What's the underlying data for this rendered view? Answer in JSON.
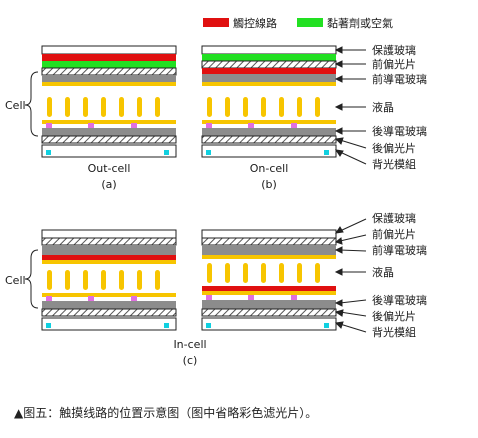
{
  "legend": [
    {
      "label": "觸控線路",
      "color": "#e01010"
    },
    {
      "label": "黏著劑或空氣",
      "color": "#22e022"
    }
  ],
  "layer_labels_top": [
    "保護玻璃",
    "前偏光片",
    "前導電玻璃",
    "液晶",
    "後導電玻璃",
    "後偏光片",
    "背光模組"
  ],
  "layer_labels_bottom": [
    "保護玻璃",
    "前偏光片",
    "前導電玻璃",
    "液晶",
    "後導電玻璃",
    "後偏光片",
    "背光模組"
  ],
  "cell_label": "Cell",
  "diagrams": [
    {
      "name": "Out-cell",
      "sub": "(a)"
    },
    {
      "name": "On-cell",
      "sub": "(b)"
    },
    {
      "name": "In-cell",
      "sub": "(c)"
    }
  ],
  "caption": "▲图五：触摸线路的位置示意图（图中省略彩色滤光片）。",
  "colors": {
    "touch_line": "#e01010",
    "adhesive": "#22e022",
    "glass": "#8c8c8c",
    "liquid_crystal": "#f7c500",
    "polarizer_hatch": "#555555",
    "spacer": "#e070e0",
    "backlight_dot": "#10d0e0",
    "outline": "#222222"
  }
}
